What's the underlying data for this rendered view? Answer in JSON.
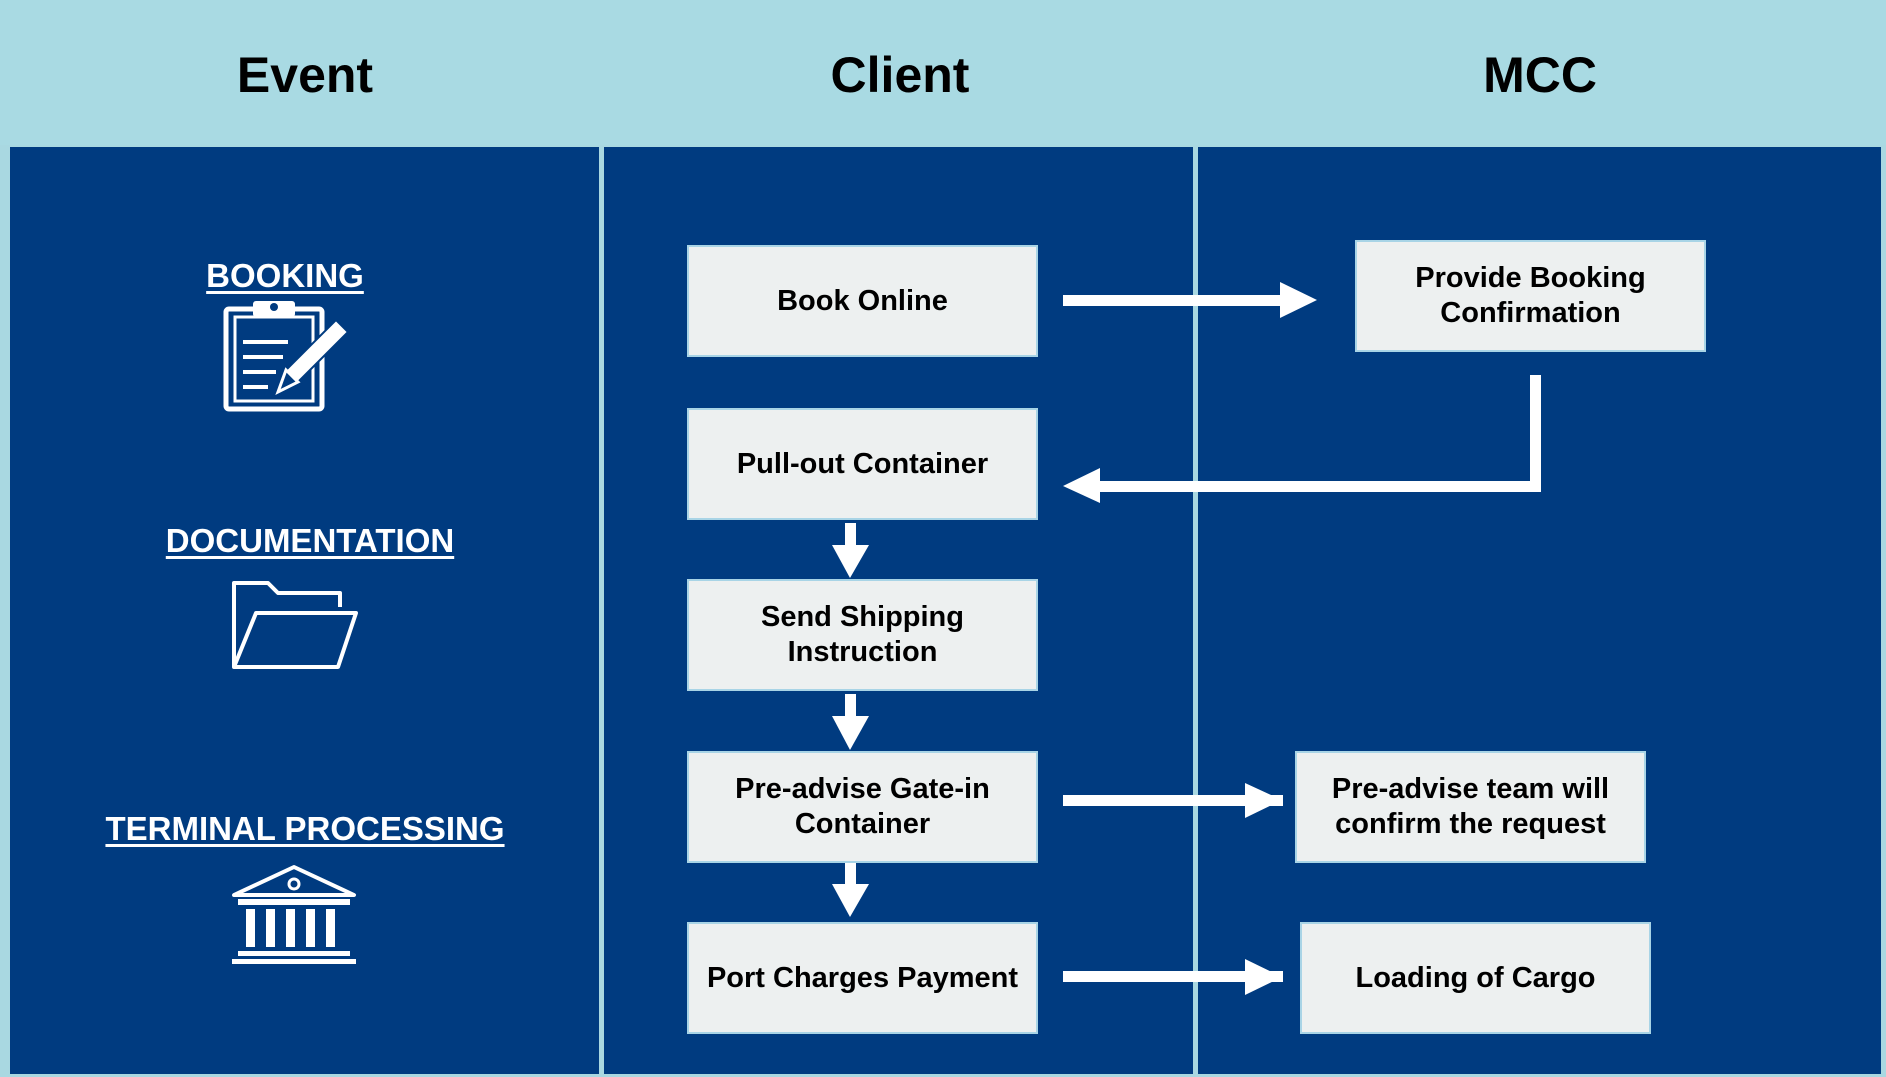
{
  "columns": {
    "event": "Event",
    "client": "Client",
    "mcc": "MCC"
  },
  "events": {
    "booking": "BOOKING",
    "documentation": "DOCUMENTATION",
    "terminal": "TERMINAL PROCESSING"
  },
  "icons": {
    "booking": "clipboard-pencil-icon",
    "documentation": "open-folder-icon",
    "terminal": "building-columns-icon"
  },
  "client_steps": {
    "book_online": "Book Online",
    "pull_out": "Pull-out Container",
    "send_si": "Send Shipping Instruction",
    "pre_advise": "Pre-advise Gate-in Container",
    "port_charges": "Port Charges Payment"
  },
  "mcc_steps": {
    "booking_confirmation": "Provide Booking Confirmation",
    "pre_advise_confirm": "Pre-advise team will confirm the request",
    "loading": "Loading of Cargo"
  },
  "colors": {
    "header": "#a9dae3",
    "lane": "#003b80",
    "box": "#edf0f0",
    "arrow": "#ffffff"
  }
}
